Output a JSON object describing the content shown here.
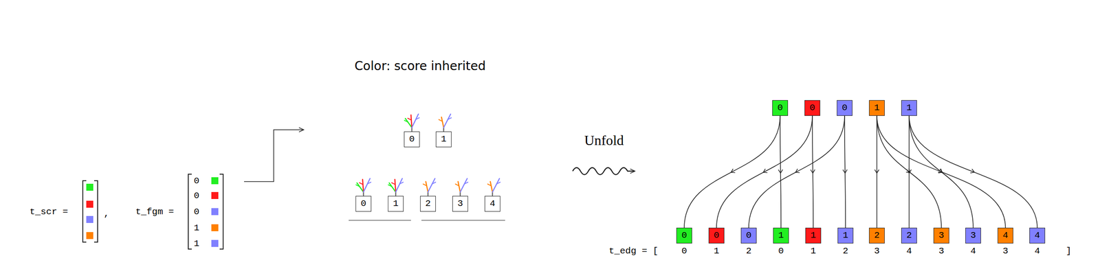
{
  "diagram": {
    "title": "Color: score inherited",
    "nodes": [
      {
        "text": [
          "0"
        ]
      },
      {
        "text": [
          "1"
        ]
      },
      {
        "text": [
          "0"
        ]
      },
      {
        "text": [
          "1"
        ]
      },
      {
        "text": [
          "2"
        ]
      },
      {
        "text": [
          "3"
        ]
      },
      {
        "text": [
          "4"
        ]
      },
      {
        "text": [
          "0"
        ]
      },
      {
        "text": [
          "0"
        ]
      },
      {
        "text": [
          "0"
        ]
      },
      {
        "text": [
          "1"
        ]
      },
      {
        "text": [
          "1"
        ]
      },
      {
        "text": [
          "0"
        ]
      },
      {
        "text": [
          "0"
        ]
      },
      {
        "text": [
          "0"
        ]
      },
      {
        "text": [
          "1"
        ]
      },
      {
        "text": [
          "1"
        ]
      },
      {
        "text": [
          "1"
        ]
      },
      {
        "text": [
          "2"
        ]
      },
      {
        "text": [
          "2"
        ]
      },
      {
        "text": [
          "3"
        ]
      },
      {
        "text": [
          "3"
        ]
      },
      {
        "text": [
          "4"
        ]
      },
      {
        "text": [
          "4"
        ]
      }
    ],
    "edges": [
      {
        "from": 7,
        "to": 12,
        "arrow": "to"
      },
      {
        "from": 7,
        "to": 15,
        "arrow": "to"
      },
      {
        "from": 8,
        "to": 13,
        "arrow": "to"
      },
      {
        "from": 8,
        "to": 16,
        "arrow": "to"
      },
      {
        "from": 9,
        "to": 14,
        "arrow": "to"
      },
      {
        "from": 9,
        "to": 17,
        "arrow": "to"
      },
      {
        "from": 10,
        "to": 18,
        "arrow": "to"
      },
      {
        "from": 10,
        "to": 20,
        "arrow": "to"
      },
      {
        "from": 10,
        "to": 22,
        "arrow": "to"
      },
      {
        "from": 11,
        "to": 19,
        "arrow": "to"
      },
      {
        "from": 11,
        "to": 21,
        "arrow": "to"
      },
      {
        "from": 11,
        "to": 23,
        "arrow": "to"
      }
    ],
    "labels": [
      "t_scr =",
      ",",
      "t_fgm =",
      "0",
      "0",
      "0",
      "1",
      "1",
      "Unfold",
      "t_edg = [",
      "0",
      "1",
      "2",
      "0",
      "1",
      "2",
      "3",
      "4",
      "3",
      "4",
      "3",
      "4",
      "]"
    ]
  }
}
